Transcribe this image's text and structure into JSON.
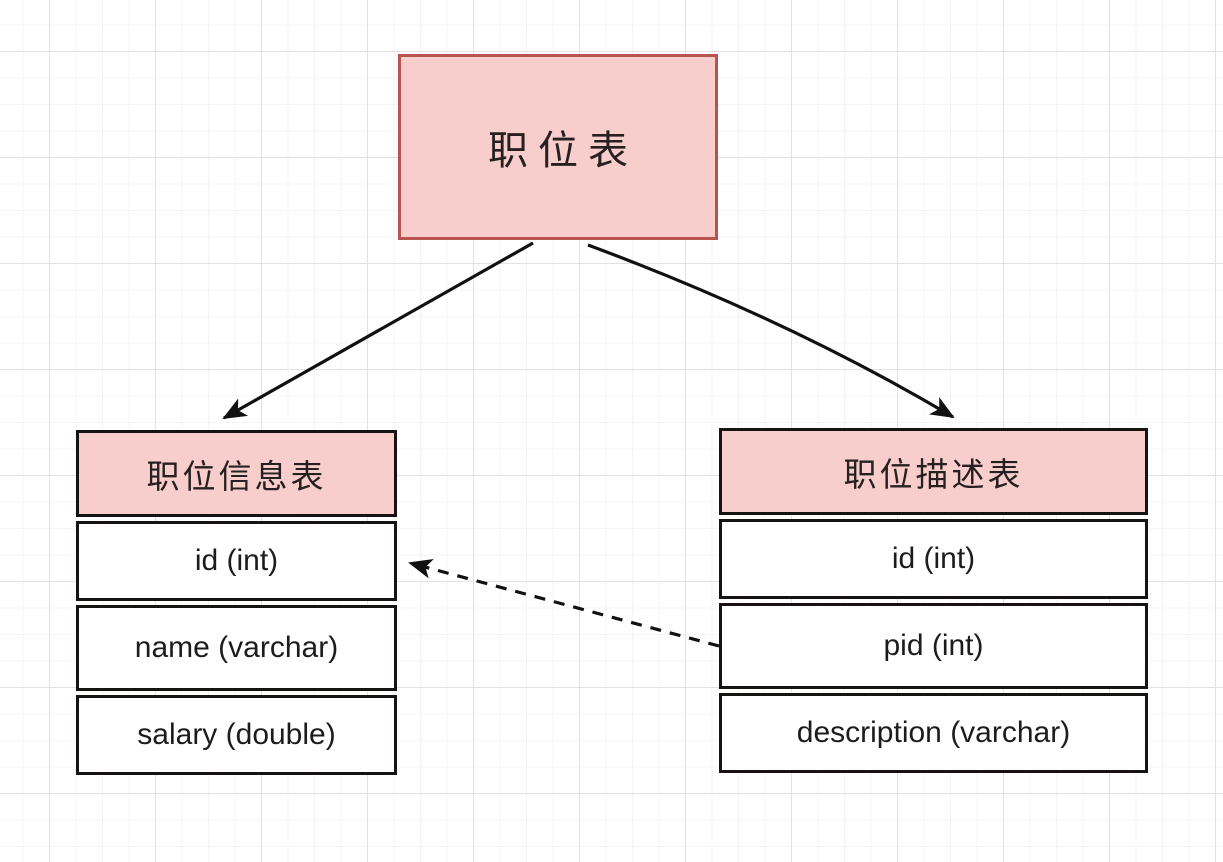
{
  "diagram": {
    "title_box": {
      "label": "职位表"
    },
    "tables": [
      {
        "title": "职位信息表",
        "fields": [
          "id (int)",
          "name (varchar)",
          "salary (double)"
        ]
      },
      {
        "title": "职位描述表",
        "fields": [
          "id (int)",
          "pid (int)",
          "description (varchar)"
        ]
      }
    ],
    "edges": [
      {
        "from": "职位表",
        "to": "职位信息表",
        "style": "solid-arrow"
      },
      {
        "from": "职位表",
        "to": "职位描述表",
        "style": "solid-arrow"
      },
      {
        "from": "职位描述表.pid (int)",
        "to": "职位信息表.id (int)",
        "style": "dashed-arrow"
      }
    ],
    "colors": {
      "node_fill": "#f8cecc",
      "title_box_stroke": "#b85450",
      "table_stroke": "#161312",
      "row_fill": "#ffffff",
      "arrow": "#111111",
      "grid_minor": "#f4f4f4",
      "grid_major": "#e2e2e2"
    }
  }
}
